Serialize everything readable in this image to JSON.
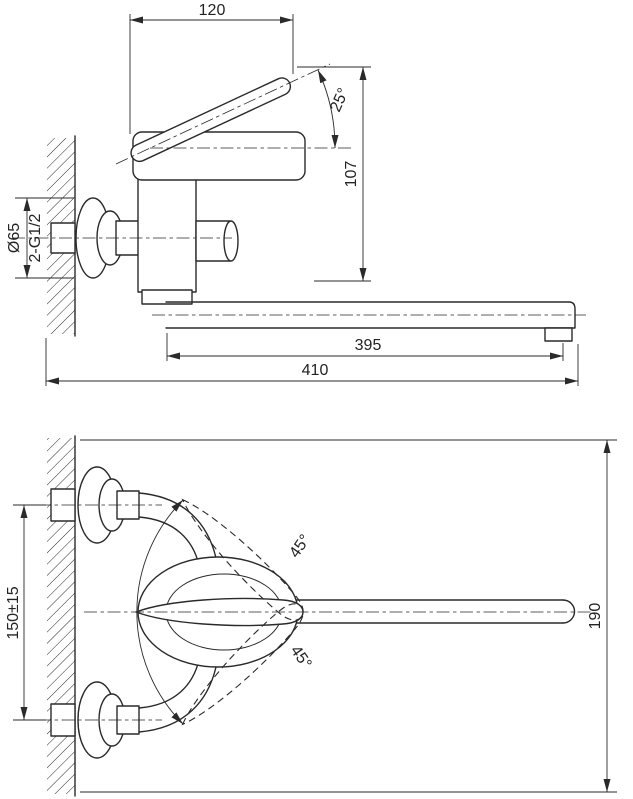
{
  "colors": {
    "background": "#ffffff",
    "ink": "#2a2a2a"
  },
  "top_view": {
    "dim_handle_length": "120",
    "dim_handle_angle": "25°",
    "dim_height": "107",
    "dim_escutcheon_diameter": "Ø65",
    "dim_thread": "2-G1/2",
    "dim_spout_reach": "395",
    "dim_overall_reach": "410"
  },
  "bottom_view": {
    "dim_mount_centers": "150±15",
    "dim_swing_upper": "45°",
    "dim_swing_lower": "45°",
    "dim_overall": "190"
  }
}
